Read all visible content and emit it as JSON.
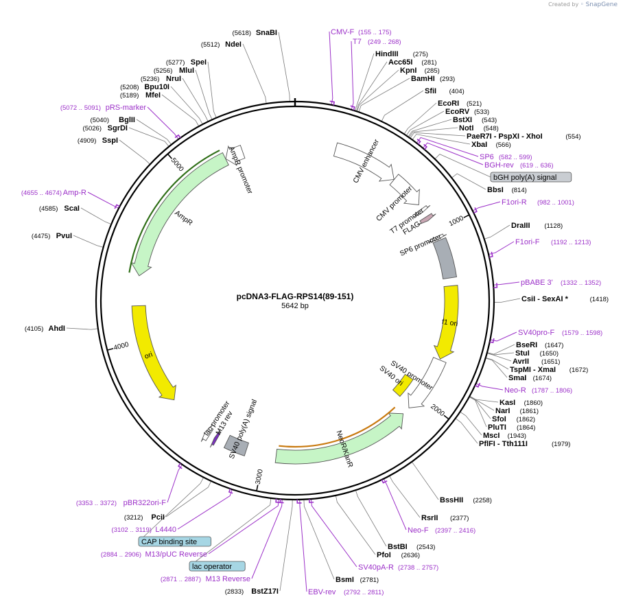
{
  "credit": {
    "prefix": "Created by",
    "brand": "SnapGene"
  },
  "plasmid": {
    "name": "pcDNA3-FLAG-RPS14(89-151)",
    "size": "5642 bp"
  },
  "ruler": [
    "1000",
    "2000",
    "3000",
    "4000",
    "5000"
  ],
  "colors": {
    "enzyme": "#000000",
    "primer": "#9b2fc8",
    "feature_yellow": "#f2ea00",
    "feature_green": "#c6f5c6",
    "feature_gray": "#a8aeb5",
    "amp_line": "#2f6f17",
    "neo_line": "#c8790f"
  },
  "features": [
    {
      "name": "CMV enhancer",
      "start": 235,
      "end": 615,
      "color": "#ffffff",
      "kind": "arrow"
    },
    {
      "name": "CMV promoter",
      "start": 616,
      "end": 819,
      "color": "#ffffff",
      "kind": "arrow"
    },
    {
      "name": "T7 promoter",
      "start": 848,
      "end": 867,
      "color": "#ffffff",
      "kind": "arrow"
    },
    {
      "name": "FLAG",
      "start": 900,
      "end": 925,
      "color": "#c8a6b2",
      "kind": "arrow"
    },
    {
      "name": "SP6 promoter",
      "start": 1030,
      "end": 1048,
      "color": "#ffffff",
      "kind": "arrow"
    },
    {
      "name": "bGH poly(A) signal",
      "start": 1055,
      "end": 1280,
      "color": "#a8aeb5",
      "kind": "box"
    },
    {
      "name": "f1 ori",
      "start": 1326,
      "end": 1754,
      "color": "#f2ea00",
      "kind": "arrow"
    },
    {
      "name": "SV40 promoter",
      "start": 1760,
      "end": 2089,
      "color": "#ffffff",
      "kind": "arrow"
    },
    {
      "name": "SV40 ori",
      "start": 1940,
      "end": 2075,
      "color": "#f2ea00",
      "kind": "box"
    },
    {
      "name": "NeoR/KanR",
      "start": 2136,
      "end": 2930,
      "color": "#c6f5c6",
      "kind": "arrow_rev"
    },
    {
      "name": "SV40 poly(A) signal",
      "start": 3104,
      "end": 3225,
      "color": "#a8aeb5",
      "kind": "box"
    },
    {
      "name": "M13 rev",
      "start": 3282,
      "end": 3298,
      "color": "#7b2fbf",
      "kind": "arrow"
    },
    {
      "name": "lac promoter",
      "start": 3330,
      "end": 3360,
      "color": "#ffffff",
      "kind": "arrow"
    },
    {
      "name": "ori",
      "start": 3614,
      "end": 4202,
      "color": "#f2ea00",
      "kind": "arrow_rev"
    },
    {
      "name": "AmpR",
      "start": 4373,
      "end": 5233,
      "color": "#c6f5c6",
      "kind": "arrow_rev"
    },
    {
      "name": "AmpR promoter",
      "start": 5234,
      "end": 5338,
      "color": "#ffffff",
      "kind": "arrow_rev"
    }
  ],
  "labels": [
    {
      "pos": "(5618)",
      "name": "SnaBI",
      "type": "enzyme"
    },
    {
      "pos": "(5512)",
      "name": "NdeI",
      "type": "enzyme"
    },
    {
      "pos": "(5277)",
      "name": "SpeI",
      "type": "enzyme"
    },
    {
      "pos": "(5256)",
      "name": "MluI",
      "type": "enzyme"
    },
    {
      "pos": "(5236)",
      "name": "NruI",
      "type": "enzyme"
    },
    {
      "pos": "(5208)",
      "name": "Bpu10I",
      "type": "enzyme"
    },
    {
      "pos": "(5189)",
      "name": "MfeI",
      "type": "enzyme"
    },
    {
      "pos": "(5072 .. 5091)",
      "name": "pRS-marker",
      "type": "primer"
    },
    {
      "pos": "(5040)",
      "name": "BglII",
      "type": "enzyme"
    },
    {
      "pos": "(5026)",
      "name": "SgrDI",
      "type": "enzyme"
    },
    {
      "pos": "(4909)",
      "name": "SspI",
      "type": "enzyme"
    },
    {
      "pos": "(4655 .. 4674)",
      "name": "Amp-R",
      "type": "primer"
    },
    {
      "pos": "(4585)",
      "name": "ScaI",
      "type": "enzyme"
    },
    {
      "pos": "(4475)",
      "name": "PvuI",
      "type": "enzyme"
    },
    {
      "pos": "(4105)",
      "name": "AhdI",
      "type": "enzyme"
    },
    {
      "pos": "(155 .. 175)",
      "name": "CMV-F",
      "type": "primer"
    },
    {
      "pos": "(249 .. 268)",
      "name": "T7",
      "type": "primer"
    },
    {
      "pos": "(275)",
      "name": "HindIII",
      "type": "enzyme"
    },
    {
      "pos": "(281)",
      "name": "Acc65I",
      "type": "enzyme"
    },
    {
      "pos": "(285)",
      "name": "KpnI",
      "type": "enzyme"
    },
    {
      "pos": "(293)",
      "name": "BamHI",
      "type": "enzyme"
    },
    {
      "pos": "(404)",
      "name": "SfiI",
      "type": "enzyme"
    },
    {
      "pos": "(521)",
      "name": "EcoRI",
      "type": "enzyme"
    },
    {
      "pos": "(533)",
      "name": "EcoRV",
      "type": "enzyme"
    },
    {
      "pos": "(543)",
      "name": "BstXI",
      "type": "enzyme"
    },
    {
      "pos": "(548)",
      "name": "NotI",
      "type": "enzyme"
    },
    {
      "pos": "(554)",
      "name": "PaeR7I - PspXI - XhoI",
      "type": "enzyme"
    },
    {
      "pos": "(566)",
      "name": "XbaI",
      "type": "enzyme"
    },
    {
      "pos": "(582 .. 599)",
      "name": "SP6",
      "type": "primer"
    },
    {
      "pos": "(619 .. 636)",
      "name": "BGH-rev",
      "type": "primer"
    },
    {
      "pos": "",
      "name": "bGH poly(A) signal",
      "type": "feature"
    },
    {
      "pos": "(814)",
      "name": "BbsI",
      "type": "enzyme"
    },
    {
      "pos": "(982 .. 1001)",
      "name": "F1ori-R",
      "type": "primer"
    },
    {
      "pos": "(1128)",
      "name": "DraIII",
      "type": "enzyme"
    },
    {
      "pos": "(1192 .. 1213)",
      "name": "F1ori-F",
      "type": "primer"
    },
    {
      "pos": "(1332 .. 1352)",
      "name": "pBABE 3'",
      "type": "primer"
    },
    {
      "pos": "(1418)",
      "name": "CsiI - SexAI *",
      "type": "enzyme"
    },
    {
      "pos": "(1579 .. 1598)",
      "name": "SV40pro-F",
      "type": "primer"
    },
    {
      "pos": "(1647)",
      "name": "BseRI",
      "type": "enzyme"
    },
    {
      "pos": "(1650)",
      "name": "StuI",
      "type": "enzyme"
    },
    {
      "pos": "(1651)",
      "name": "AvrII",
      "type": "enzyme"
    },
    {
      "pos": "(1672)",
      "name": "TspMI - XmaI",
      "type": "enzyme"
    },
    {
      "pos": "(1674)",
      "name": "SmaI",
      "type": "enzyme"
    },
    {
      "pos": "(1787 .. 1806)",
      "name": "Neo-R",
      "type": "primer"
    },
    {
      "pos": "(1860)",
      "name": "KasI",
      "type": "enzyme"
    },
    {
      "pos": "(1861)",
      "name": "NarI",
      "type": "enzyme"
    },
    {
      "pos": "(1862)",
      "name": "SfoI",
      "type": "enzyme"
    },
    {
      "pos": "(1864)",
      "name": "PluTI",
      "type": "enzyme"
    },
    {
      "pos": "(1943)",
      "name": "MscI",
      "type": "enzyme"
    },
    {
      "pos": "(1979)",
      "name": "PflFI - Tth111I",
      "type": "enzyme"
    },
    {
      "pos": "(2258)",
      "name": "BssHII",
      "type": "enzyme"
    },
    {
      "pos": "(2377)",
      "name": "RsrII",
      "type": "enzyme"
    },
    {
      "pos": "(2397 .. 2416)",
      "name": "Neo-F",
      "type": "primer"
    },
    {
      "pos": "(2543)",
      "name": "BstBI",
      "type": "enzyme"
    },
    {
      "pos": "(2636)",
      "name": "PfoI",
      "type": "enzyme"
    },
    {
      "pos": "(2738 .. 2757)",
      "name": "SV40pA-R",
      "type": "primer"
    },
    {
      "pos": "(2781)",
      "name": "BsmI",
      "type": "enzyme"
    },
    {
      "pos": "(2792 .. 2811)",
      "name": "EBV-rev",
      "type": "primer"
    },
    {
      "pos": "(3353 .. 3372)",
      "name": "pBR322ori-F",
      "type": "primer"
    },
    {
      "pos": "(3212)",
      "name": "PciI",
      "type": "enzyme"
    },
    {
      "pos": "(3102 .. 3119)",
      "name": "L4440",
      "type": "primer"
    },
    {
      "pos": "",
      "name": "CAP binding site",
      "type": "feature"
    },
    {
      "pos": "(2884 .. 2906)",
      "name": "M13/pUC Reverse",
      "type": "primer"
    },
    {
      "pos": "",
      "name": "lac operator",
      "type": "feature"
    },
    {
      "pos": "(2871 .. 2887)",
      "name": "M13 Reverse",
      "type": "primer"
    },
    {
      "pos": "(2833)",
      "name": "BstZ17I",
      "type": "enzyme"
    }
  ]
}
